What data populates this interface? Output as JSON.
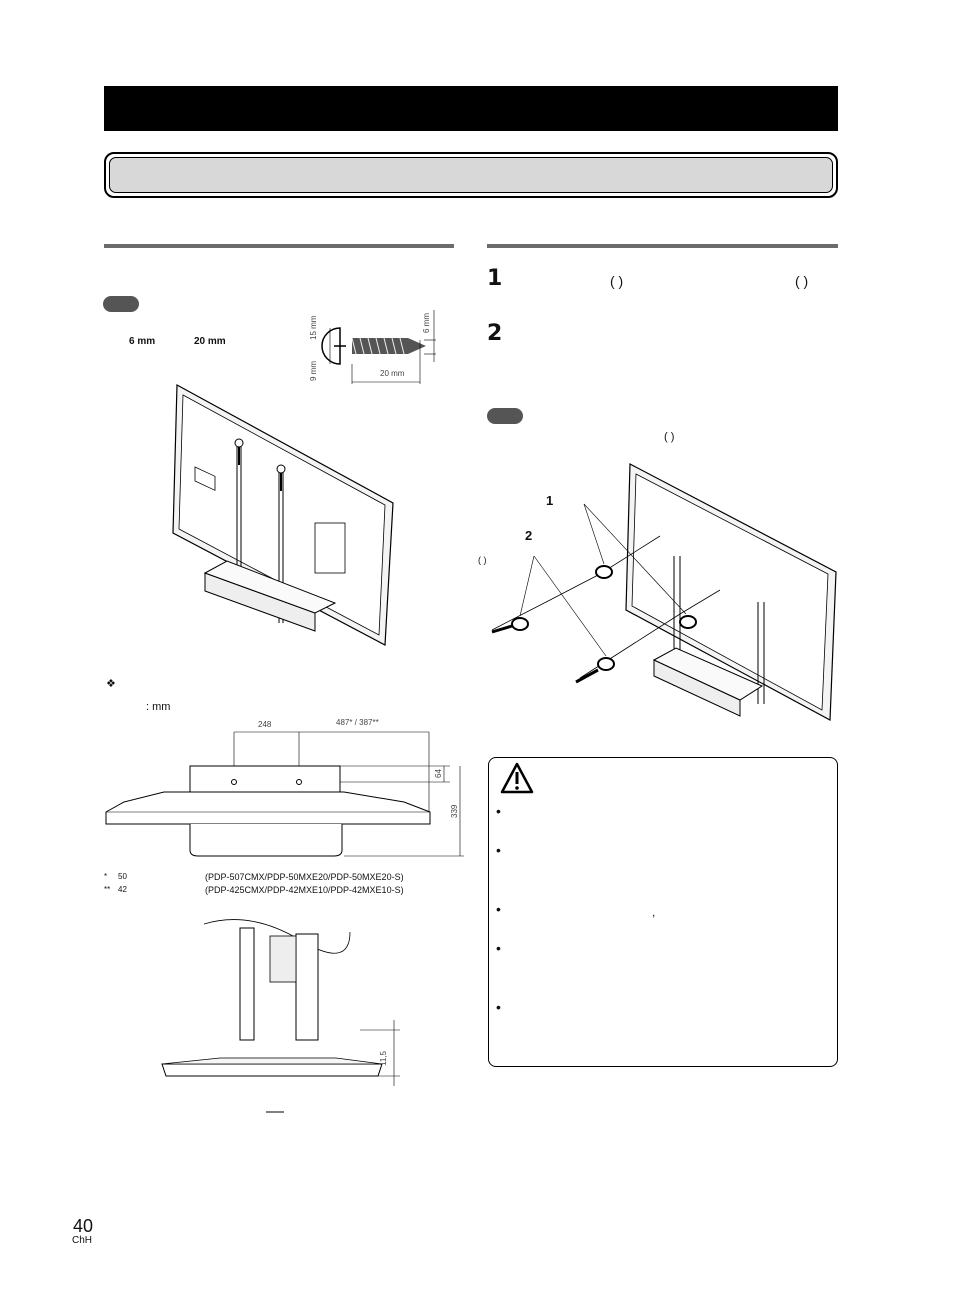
{
  "left_column": {
    "screw_dims": {
      "head": "15 mm",
      "shaft": "6 mm",
      "under": "9 mm",
      "length": "20 mm"
    },
    "screw_caption": {
      "dia": "6 mm",
      "len": "20 mm"
    },
    "unit_label": ": mm",
    "dim_labels": {
      "a": "248",
      "b": "487* / 387**",
      "c": "64",
      "d": "339"
    },
    "footnotes": [
      {
        "mark": "*",
        "size": "50",
        "models": "(PDP-507CMX/PDP-50MXE20/PDP-50MXE20-S)"
      },
      {
        "mark": "**",
        "size": "42",
        "models": "(PDP-425CMX/PDP-42MXE10/PDP-42MXE10-S)"
      }
    ],
    "side_dim": "11,5"
  },
  "right_column": {
    "step1": "1",
    "step2": "2",
    "step1_paren1": "(      )",
    "step1_paren2": "(      )",
    "note_paren": "(           )",
    "callout1": "1",
    "callout2": "2",
    "callout_paren": "(      )"
  },
  "warning": {
    "comma": ","
  },
  "page": {
    "number": "40",
    "lang": "ChH"
  }
}
